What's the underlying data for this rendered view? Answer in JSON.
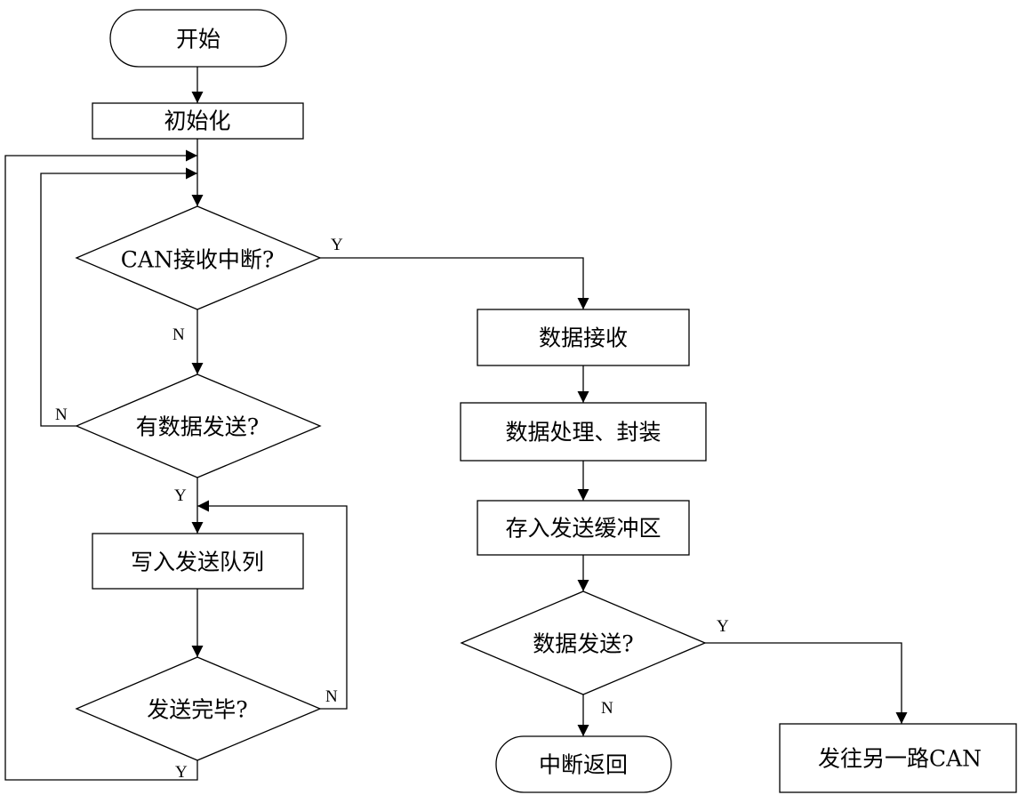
{
  "nodes": {
    "start": "开始",
    "init": "初始化",
    "can_rx_check": "CAN接收中断?",
    "has_data_check": "有数据发送?",
    "write_queue": "写入发送队列",
    "send_done_check": "发送完毕?",
    "data_rx": "数据接收",
    "process_pack": "数据处理、封装",
    "store_buffer": "存入发送缓冲区",
    "data_send_check": "数据发送?",
    "return": "中断返回",
    "send_other_can": "发往另一路CAN"
  },
  "edge_labels": {
    "can_rx_yes": "Y",
    "can_rx_no": "N",
    "has_data_no": "N",
    "has_data_yes": "Y",
    "send_done_no": "N",
    "send_done_yes": "Y",
    "data_send_yes": "Y",
    "data_send_no": "N"
  },
  "colors": {
    "line": "#000000",
    "fill": "#ffffff"
  }
}
